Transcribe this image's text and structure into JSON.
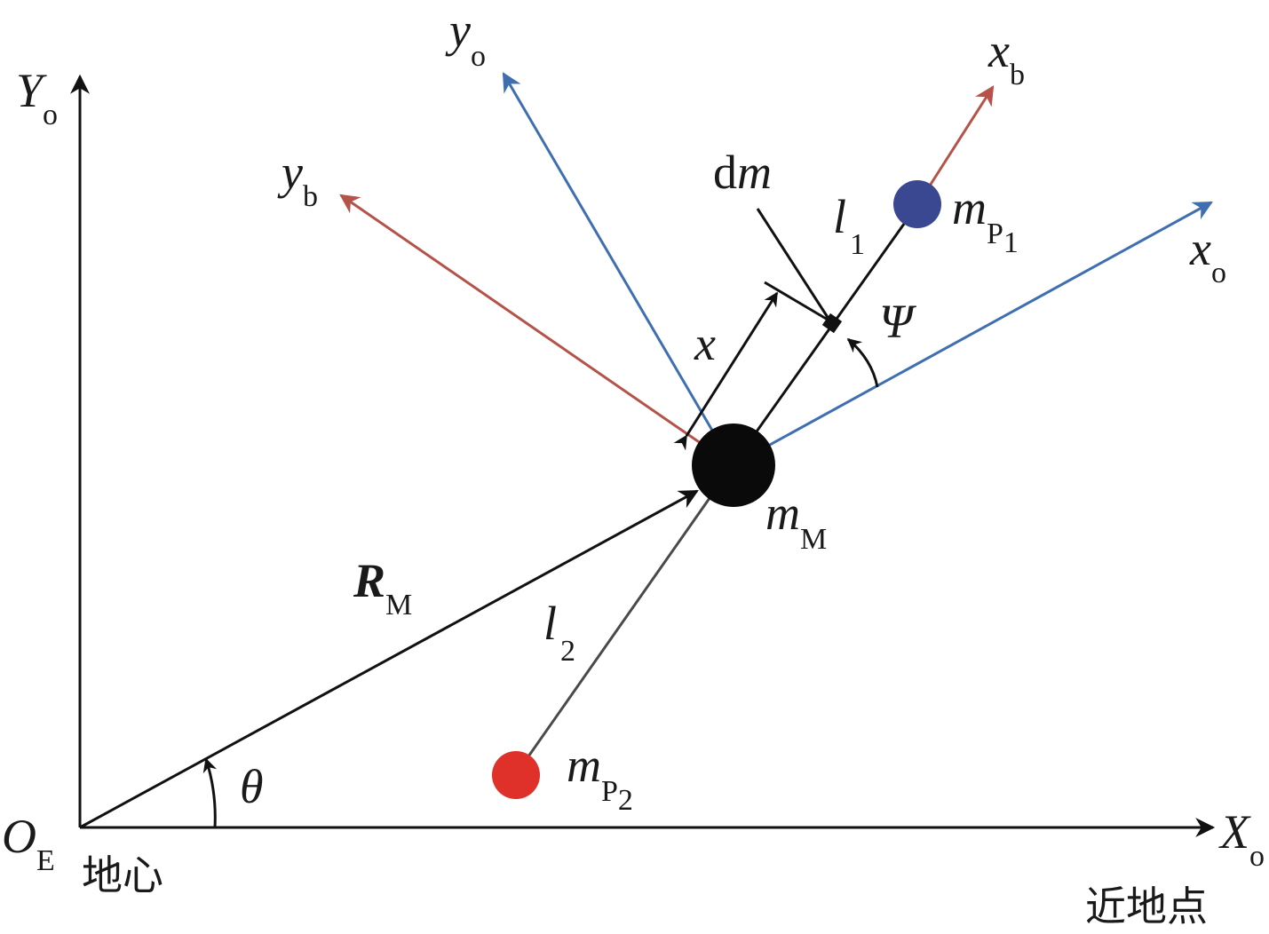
{
  "colors": {
    "black": "#111111",
    "body_axes": "#b5524a",
    "orbit_axes": "#3f6fb0",
    "tether": "#4a4a4a",
    "mass_P1": "#3a4791",
    "mass_P2": "#e0302a",
    "mass_M": "#0a0a0a"
  },
  "labels": {
    "Y_main": "Y",
    "Y_sub": "o",
    "X_main": "X",
    "X_sub": "o",
    "O_main": "O",
    "O_sub": "E",
    "origin_cn": "地心",
    "perigee_cn": "近地点",
    "yo_main": "y",
    "yo_sub": "o",
    "xb_main": "x",
    "xb_sub": "b",
    "yb_main": "y",
    "yb_sub": "b",
    "xo_main": "x",
    "xo_sub": "o",
    "dm_d": "d",
    "dm_m": "m",
    "l1_main": "l",
    "l1_sub": "1",
    "l2_main": "l",
    "l2_sub": "2",
    "mP1_main": "m",
    "mP1_sub": "P",
    "mP1_subsub": "1",
    "mP2_main": "m",
    "mP2_sub": "P",
    "mP2_subsub": "2",
    "mM_main": "m",
    "mM_sub": "M",
    "psi": "Ψ",
    "x_dist": "x",
    "R_main": "R",
    "R_sub": "M",
    "theta": "θ"
  }
}
